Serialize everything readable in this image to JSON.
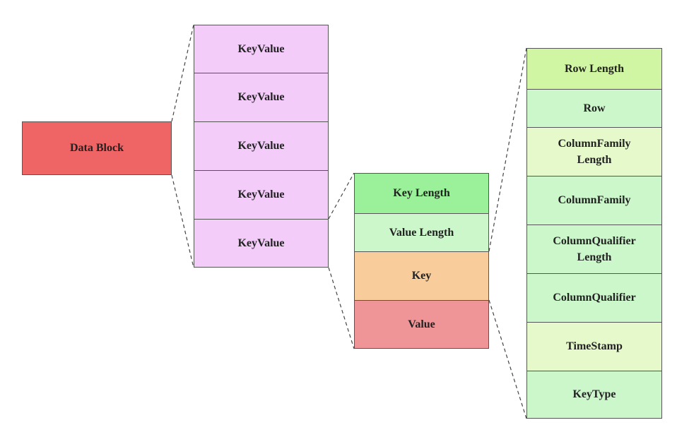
{
  "diagram": {
    "data_block": {
      "label": "Data Block",
      "color": "#ef6464"
    },
    "keyvalues": {
      "color": "#f3ccfa",
      "items": [
        "KeyValue",
        "KeyValue",
        "KeyValue",
        "KeyValue",
        "KeyValue"
      ]
    },
    "keyvalue_parts": [
      {
        "label": "Key Length",
        "color": "#9af19a"
      },
      {
        "label": "Value Length",
        "color": "#cbf7cb"
      },
      {
        "label": "Key",
        "color": "#f8cd9b"
      },
      {
        "label": "Value",
        "color": "#ef9597"
      }
    ],
    "key_parts": [
      {
        "label": "Row Length",
        "color": "#d1f6a3"
      },
      {
        "label": "Row",
        "color": "#cbf7cb"
      },
      {
        "label": "ColumnFamily\nLength",
        "color": "#e5f9cb"
      },
      {
        "label": "ColumnFamily",
        "color": "#cbf7cb"
      },
      {
        "label": "ColumnQualifier\nLength",
        "color": "#cbf7cb"
      },
      {
        "label": "ColumnQualifier",
        "color": "#cbf7cb"
      },
      {
        "label": "TimeStamp",
        "color": "#e5f9cb"
      },
      {
        "label": "KeyType",
        "color": "#cbf7cb"
      }
    ]
  }
}
